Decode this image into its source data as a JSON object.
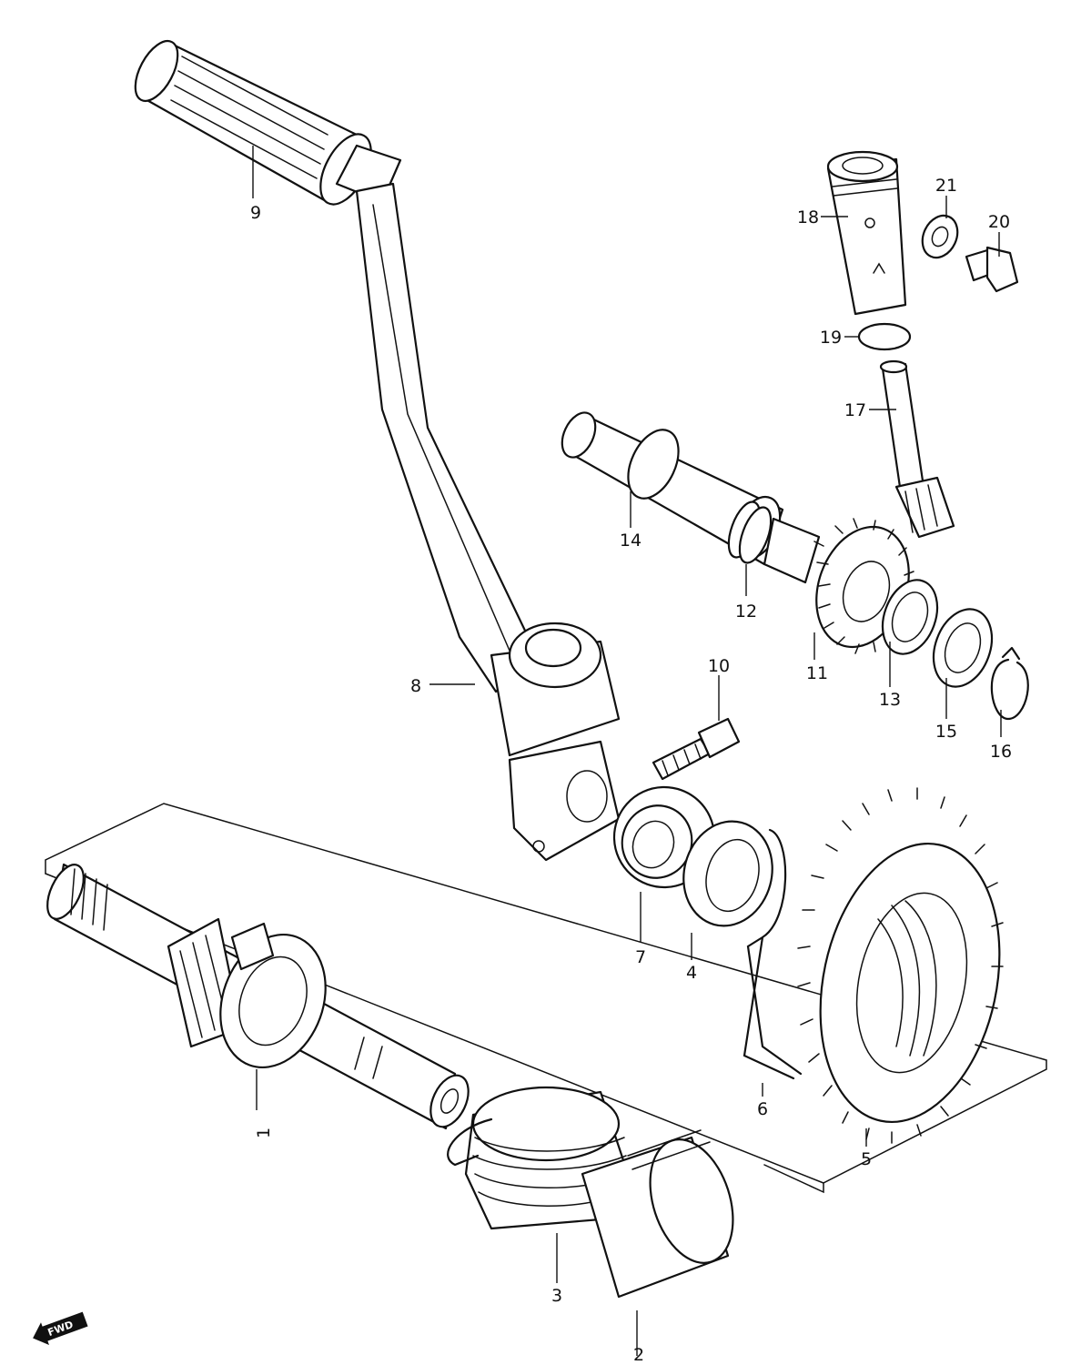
{
  "callouts": [
    {
      "id": "1",
      "label": "1"
    },
    {
      "id": "2",
      "label": "2"
    },
    {
      "id": "3",
      "label": "3"
    },
    {
      "id": "4",
      "label": "4"
    },
    {
      "id": "5",
      "label": "5"
    },
    {
      "id": "6",
      "label": "6"
    },
    {
      "id": "7",
      "label": "7"
    },
    {
      "id": "8",
      "label": "8"
    },
    {
      "id": "9",
      "label": "9"
    },
    {
      "id": "10",
      "label": "10"
    },
    {
      "id": "11",
      "label": "11"
    },
    {
      "id": "12",
      "label": "12"
    },
    {
      "id": "13",
      "label": "13"
    },
    {
      "id": "14",
      "label": "14"
    },
    {
      "id": "15",
      "label": "15"
    },
    {
      "id": "16",
      "label": "16"
    },
    {
      "id": "17",
      "label": "17"
    },
    {
      "id": "18",
      "label": "18"
    },
    {
      "id": "19",
      "label": "19"
    },
    {
      "id": "20",
      "label": "20"
    },
    {
      "id": "21",
      "label": "21"
    }
  ],
  "direction_badge": {
    "label": "FWD",
    "icon": "forward-arrow-icon"
  },
  "colors": {
    "ink": "#111111",
    "paper": "#ffffff"
  }
}
